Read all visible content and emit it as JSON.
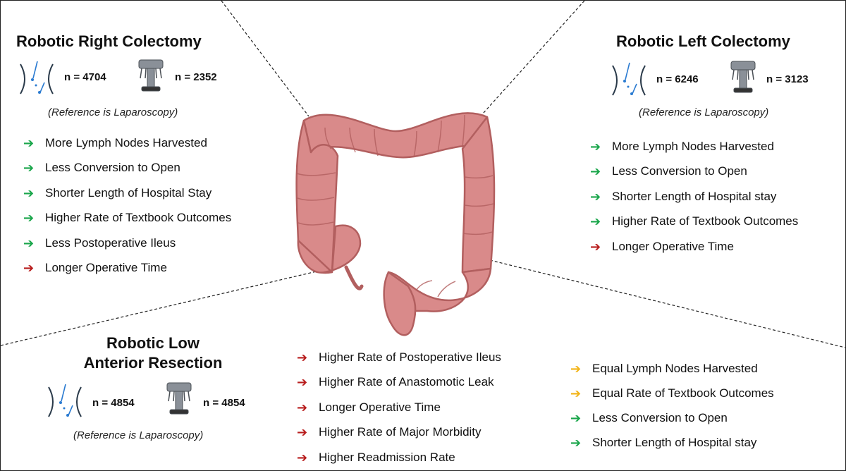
{
  "colors": {
    "positive": "#1aa64b",
    "negative": "#b81d1d",
    "neutral": "#f2b316",
    "colon_fill": "#d98a8a",
    "colon_stroke": "#b25f5f"
  },
  "icons": {
    "laparoscopy": "laparoscopic-instruments-icon",
    "robotic": "surgical-robot-icon"
  },
  "right_colectomy": {
    "title": "Robotic Right Colectomy",
    "lap_n": "n = 4704",
    "robot_n": "n = 2352",
    "reference": "(Reference is Laparoscopy)",
    "outcomes": [
      {
        "text": "More Lymph Nodes Harvested",
        "effect": "positive"
      },
      {
        "text": "Less Conversion to Open",
        "effect": "positive"
      },
      {
        "text": "Shorter Length of Hospital Stay",
        "effect": "positive"
      },
      {
        "text": "Higher Rate of Textbook Outcomes",
        "effect": "positive"
      },
      {
        "text": "Less Postoperative Ileus",
        "effect": "positive"
      },
      {
        "text": "Longer Operative Time",
        "effect": "negative"
      }
    ]
  },
  "left_colectomy": {
    "title": "Robotic Left Colectomy",
    "lap_n": "n = 6246",
    "robot_n": "n = 3123",
    "reference": "(Reference is Laparoscopy)",
    "outcomes": [
      {
        "text": "More Lymph Nodes Harvested",
        "effect": "positive"
      },
      {
        "text": "Less Conversion to Open",
        "effect": "positive"
      },
      {
        "text": "Shorter Length of Hospital stay",
        "effect": "positive"
      },
      {
        "text": "Higher Rate of Textbook Outcomes",
        "effect": "positive"
      },
      {
        "text": "Longer Operative Time",
        "effect": "negative"
      }
    ]
  },
  "low_anterior_resection": {
    "title_line1": "Robotic Low",
    "title_line2": "Anterior Resection",
    "lap_n": "n = 4854",
    "robot_n": "n = 4854",
    "reference": "(Reference is Laparoscopy)",
    "outcomes_negative": [
      {
        "text": "Higher Rate of Postoperative Ileus",
        "effect": "negative"
      },
      {
        "text": "Higher Rate of Anastomotic Leak",
        "effect": "negative"
      },
      {
        "text": "Longer Operative Time",
        "effect": "negative"
      },
      {
        "text": "Higher Rate of Major Morbidity",
        "effect": "negative"
      },
      {
        "text": "Higher Readmission Rate",
        "effect": "negative"
      }
    ],
    "outcomes_other": [
      {
        "text": "Equal Lymph Nodes Harvested",
        "effect": "neutral"
      },
      {
        "text": "Equal Rate of Textbook Outcomes",
        "effect": "neutral"
      },
      {
        "text": "Less Conversion to Open",
        "effect": "positive"
      },
      {
        "text": "Shorter Length of Hospital stay",
        "effect": "positive"
      }
    ]
  }
}
